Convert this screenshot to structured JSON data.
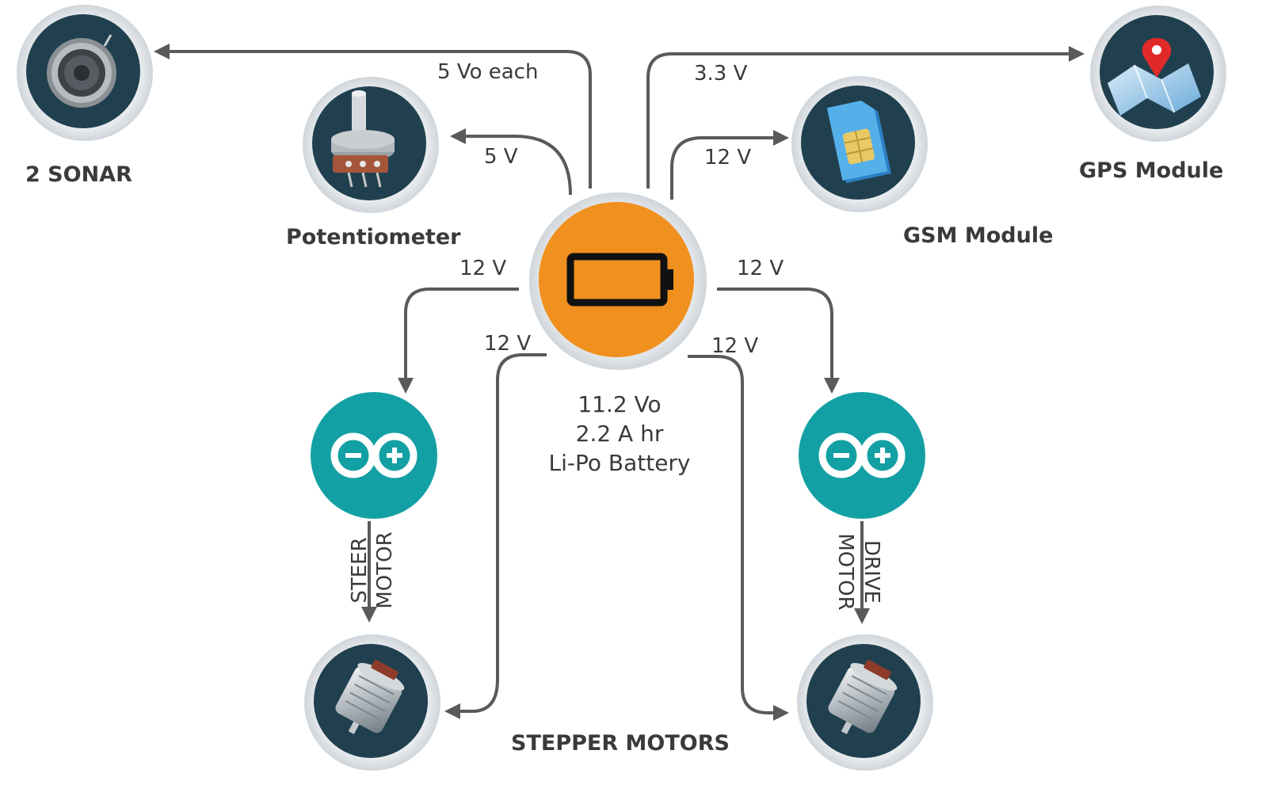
{
  "battery": {
    "label_line1": "11.2 Vo",
    "label_line2": "2.2 A hr",
    "label_line3": "Li-Po Battery",
    "icon": "battery-charging-icon",
    "color": "#f0901e"
  },
  "components": {
    "sonar": {
      "label": "2 SONAR",
      "icon": "ultrasonic-sensor-icon"
    },
    "potentiometer": {
      "label": "Potentiometer",
      "icon": "potentiometer-icon"
    },
    "gsm": {
      "label": "GSM Module",
      "icon": "sim-card-icon"
    },
    "gps": {
      "label": "GPS Module",
      "icon": "map-pin-icon"
    },
    "arduino_left": {
      "icon": "arduino-logo-icon"
    },
    "arduino_right": {
      "icon": "arduino-logo-icon"
    },
    "motor_left": {
      "icon": "dc-motor-icon"
    },
    "motor_right": {
      "icon": "dc-motor-icon"
    },
    "stepper_label": "STEPPER MOTORS"
  },
  "connections": {
    "sonar_voltage": "5 Vo each",
    "pot_voltage": "5 V",
    "gps_voltage": "3.3 V",
    "gsm_voltage": "12 V",
    "arduino_left_voltage": "12 V",
    "arduino_right_voltage": "12 V",
    "stepper_left_voltage": "12 V",
    "stepper_right_voltage": "12 V",
    "steer_line1": "STEER",
    "steer_line2": "MOTOR",
    "drive_line1": "DRIVE",
    "drive_line2": "MOTOR"
  },
  "colors": {
    "node_dark": "#21404f",
    "node_teal": "#13a0a4",
    "arrow": "#5a5a5a",
    "text": "#3a3a3a"
  }
}
